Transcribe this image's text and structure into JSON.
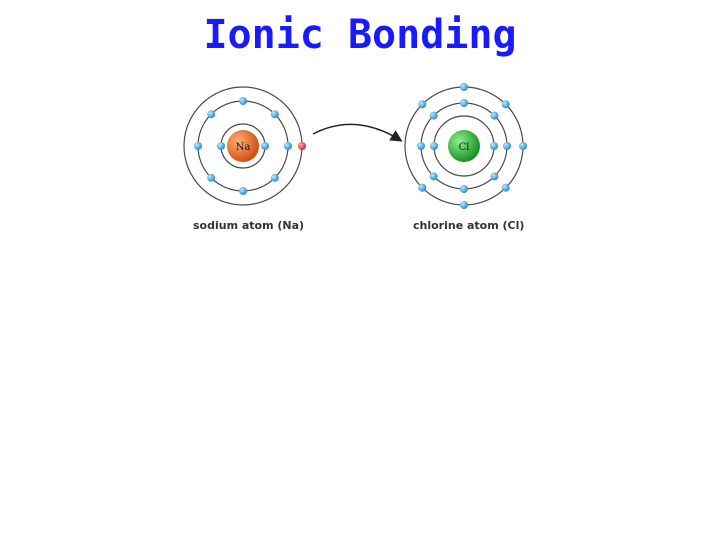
{
  "title": "Ionic Bonding",
  "colors": {
    "title": "#1a1aff",
    "electron": "#2a90d0",
    "transfer_electron": "#d82030",
    "sodium_nucleus": "#e06018",
    "chlorine_nucleus": "#1aa02a",
    "shell": "#4a4a4a",
    "arrow": "#222222"
  },
  "sodium": {
    "symbol": "Na",
    "label": "sodium atom (Na)"
  },
  "chlorine": {
    "symbol": "Cl",
    "label": "chlorine atom (Cl)"
  }
}
